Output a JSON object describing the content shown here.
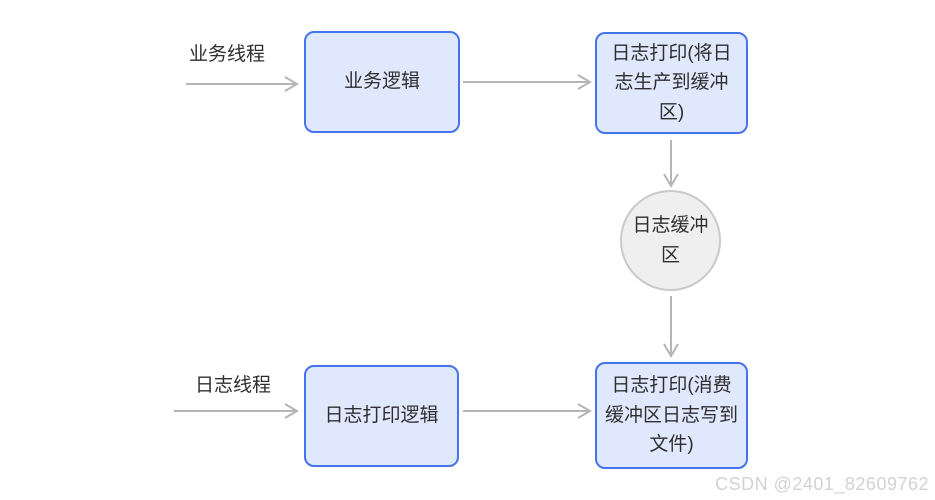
{
  "diagram": {
    "colors": {
      "canvas-bg": "#ffffff",
      "box-fill": "#dfe8fc",
      "box-border": "#4573ec",
      "circle-fill": "#efefef",
      "circle-border": "#c9c9c9",
      "arrow-color": "#b5b5b5",
      "text-color": "#2e2e2e",
      "watermark-color": "#d2d2d6"
    },
    "lanes": [
      {
        "label": "业务线程"
      },
      {
        "label": "日志线程"
      }
    ],
    "nodes": [
      {
        "id": "business-logic",
        "shape": "rect",
        "label": "业务逻辑"
      },
      {
        "id": "log-print-produce",
        "shape": "rect",
        "label": "日志打印(将日志生产到缓冲区)"
      },
      {
        "id": "log-buffer",
        "shape": "circle",
        "label": "日志缓冲区"
      },
      {
        "id": "log-print-logic",
        "shape": "rect",
        "label": "日志打印逻辑"
      },
      {
        "id": "log-print-consume",
        "shape": "rect",
        "label": "日志打印(消费缓冲区日志写到文件)"
      }
    ],
    "edges": [
      {
        "from": "业务线程",
        "to": "业务逻辑"
      },
      {
        "from": "业务逻辑",
        "to": "日志打印(将日志生产到缓冲区)"
      },
      {
        "from": "日志打印(将日志生产到缓冲区)",
        "to": "日志缓冲区"
      },
      {
        "from": "日志缓冲区",
        "to": "日志打印(消费缓冲区日志写到文件)"
      },
      {
        "from": "日志线程",
        "to": "日志打印逻辑"
      },
      {
        "from": "日志打印逻辑",
        "to": "日志打印(消费缓冲区日志写到文件)"
      }
    ],
    "watermark": "CSDN @2401_82609762"
  }
}
